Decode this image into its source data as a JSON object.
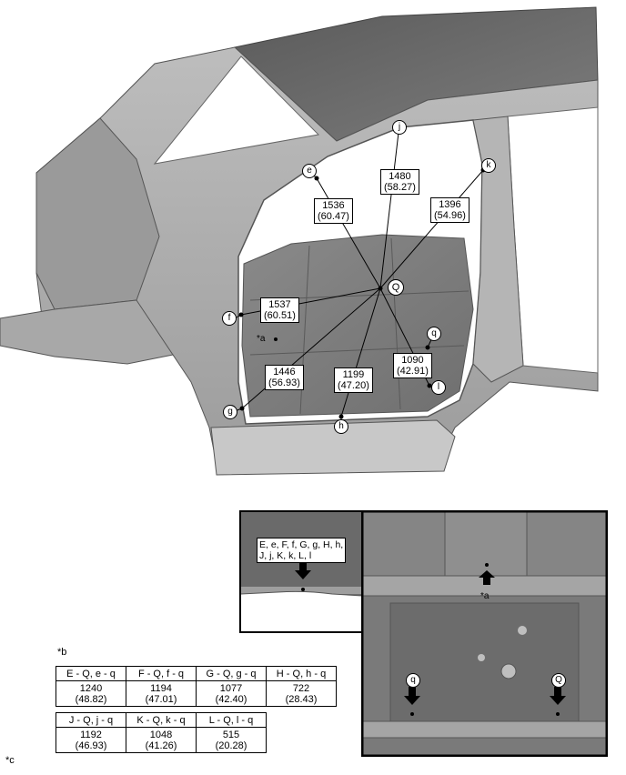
{
  "dimensions": [
    {
      "value": "1480",
      "inch": "(58.27)"
    },
    {
      "value": "1396",
      "inch": "(54.96)"
    },
    {
      "value": "1536",
      "inch": "(60.47)"
    },
    {
      "value": "1537",
      "inch": "(60.51)"
    },
    {
      "value": "1446",
      "inch": "(56.93)"
    },
    {
      "value": "1199",
      "inch": "(47.20)"
    },
    {
      "value": "1090",
      "inch": "(42.91)"
    }
  ],
  "points": {
    "e": "e",
    "j": "j",
    "k": "k",
    "Q": "Q",
    "f": "f",
    "q": "q",
    "l": "l",
    "g": "g",
    "h": "h"
  },
  "notes": {
    "a": "*a",
    "b": "*b",
    "c": "*c"
  },
  "detail": {
    "label_line1": "E, e, F, f, G, g, H, h,",
    "label_line2": "J, j, K, k, L, l"
  },
  "underbody": {
    "a_label": "*a",
    "q_label": "q",
    "Q_label": "Q"
  },
  "table1": {
    "headers": [
      "E - Q, e - q",
      "F - Q, f - q",
      "G - Q, g - q",
      "H - Q, h - q"
    ],
    "values": [
      "1240",
      "1194",
      "1077",
      "722"
    ],
    "inches": [
      "(48.82)",
      "(47.01)",
      "(42.40)",
      "(28.43)"
    ]
  },
  "table2": {
    "headers": [
      "J - Q, j - q",
      "K - Q, k - q",
      "L - Q, l - q"
    ],
    "values": [
      "1192",
      "1048",
      "515"
    ],
    "inches": [
      "(46.93)",
      "(41.26)",
      "(20.28)"
    ]
  }
}
